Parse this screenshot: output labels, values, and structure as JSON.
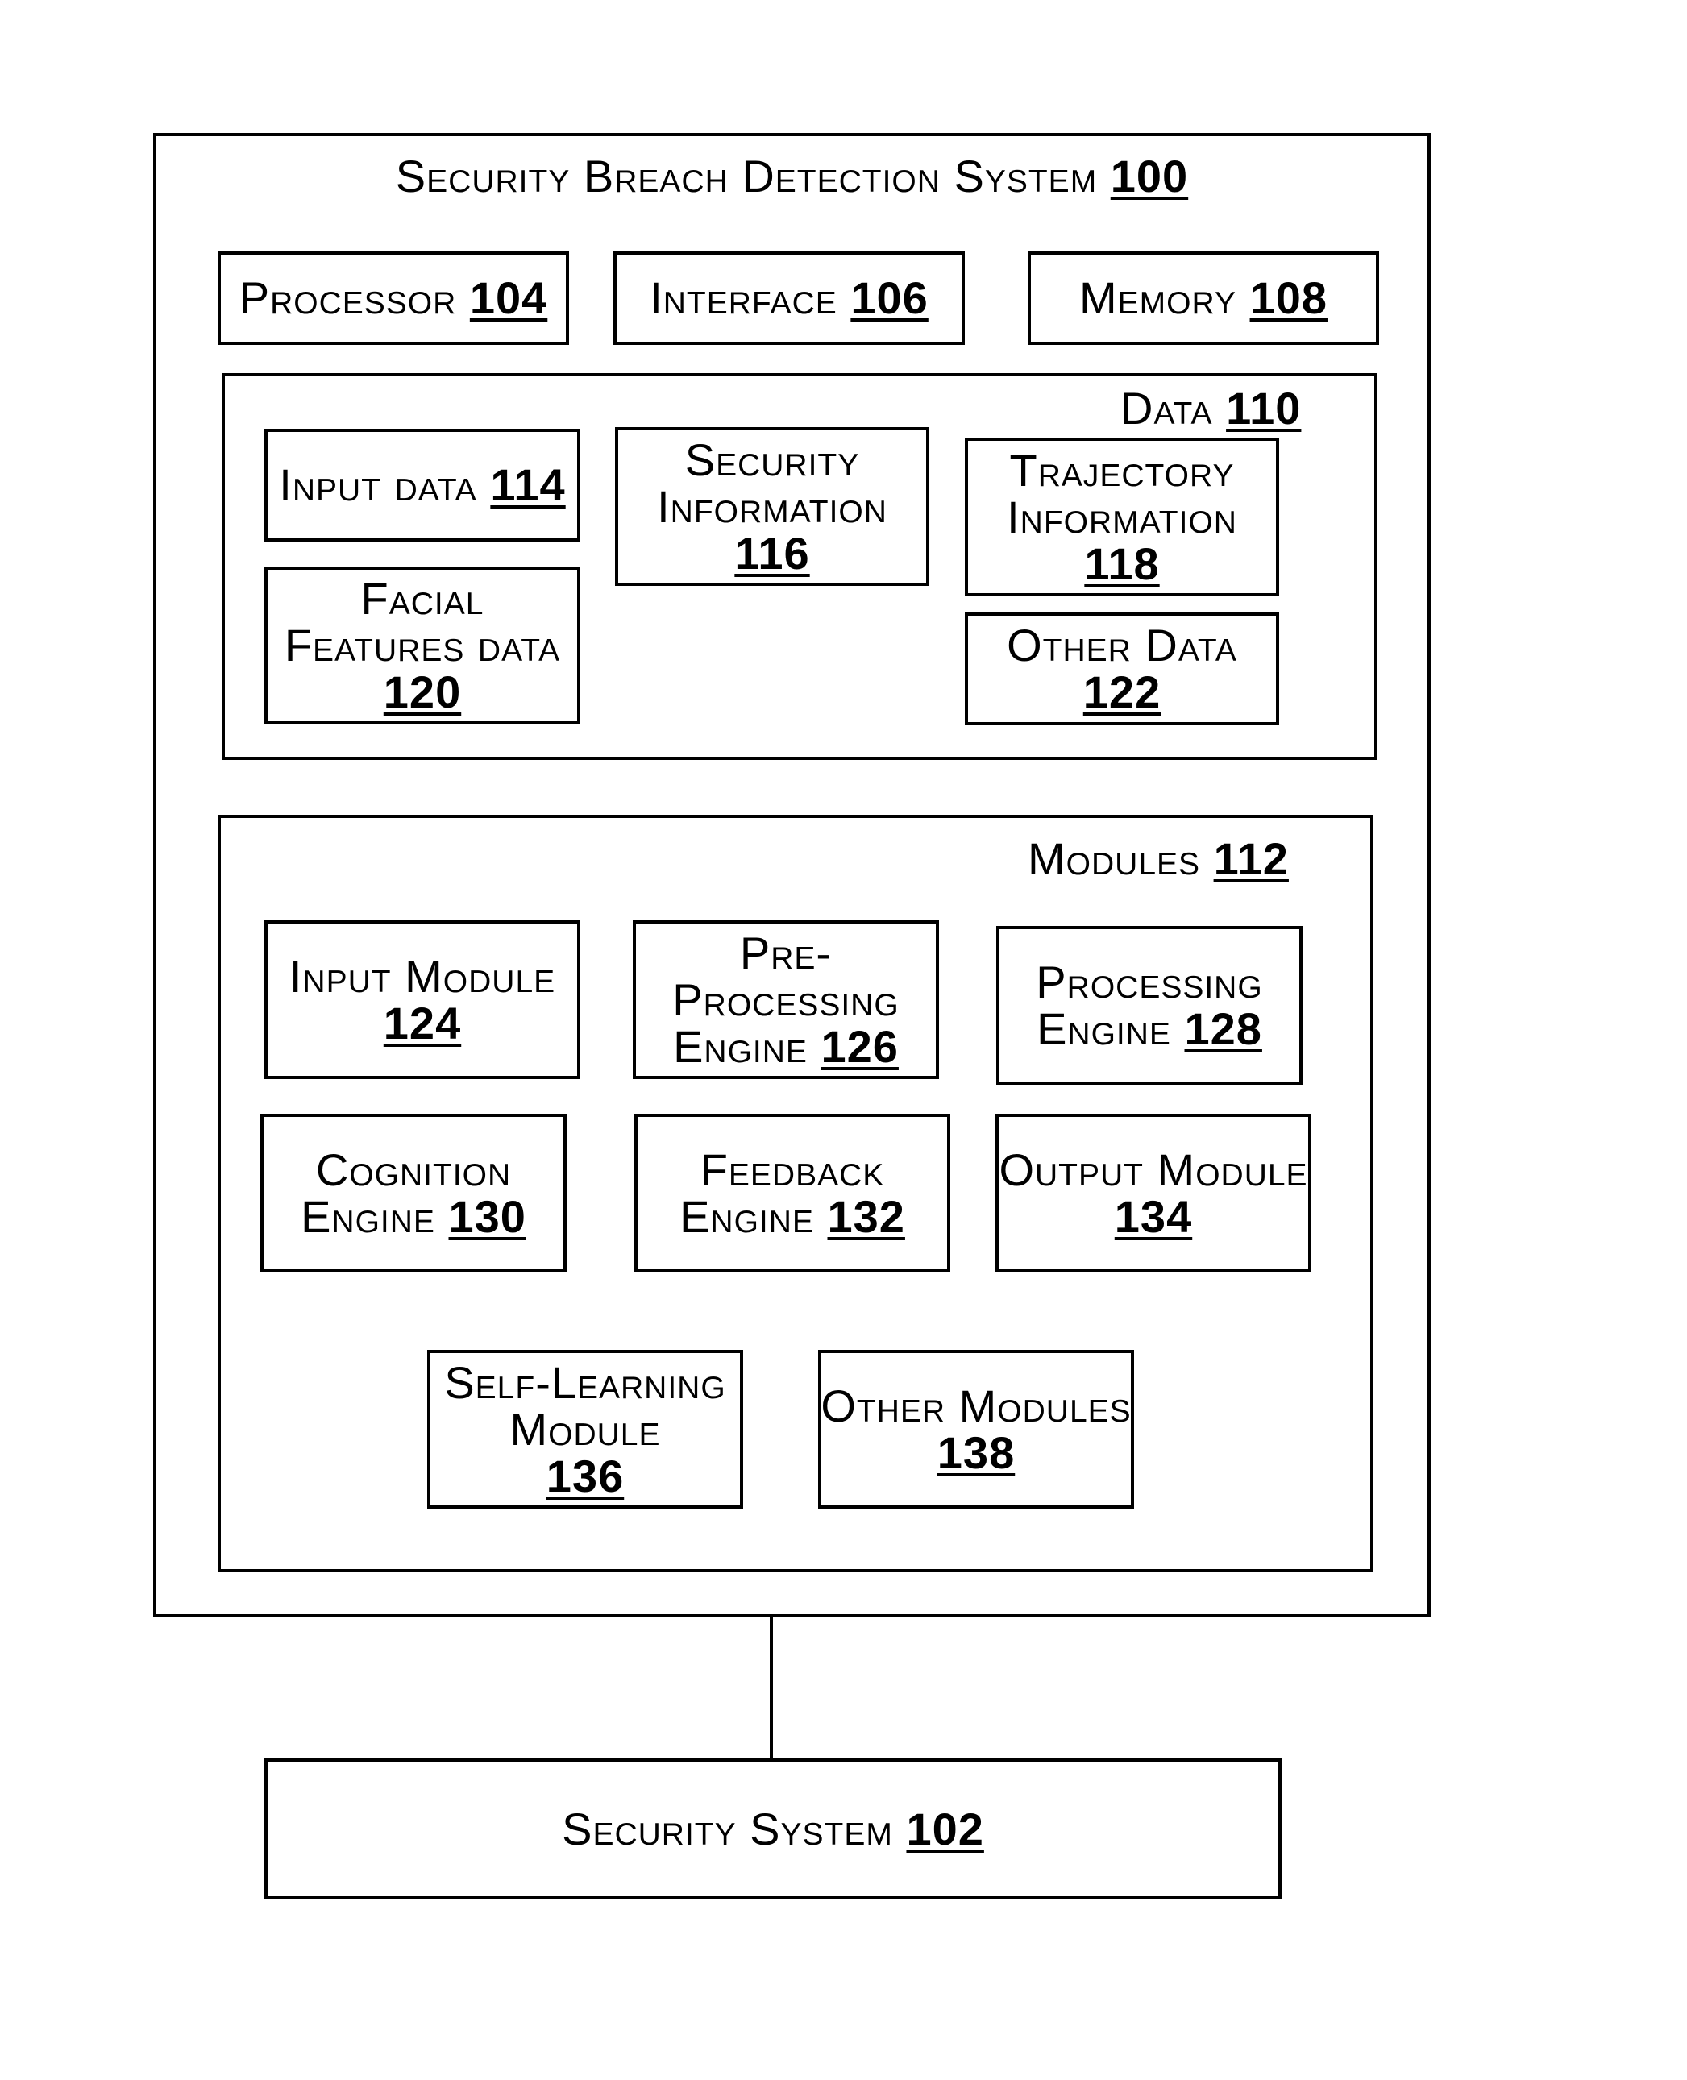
{
  "system": {
    "title": "Security Breach Detection  System",
    "ref": "100",
    "components": [
      {
        "label": "Processor",
        "ref": "104"
      },
      {
        "label": "Interface",
        "ref": "106"
      },
      {
        "label": "Memory",
        "ref": "108"
      }
    ],
    "data": {
      "title": "Data",
      "ref": "110",
      "items": [
        {
          "lines": [
            "Input data"
          ],
          "ref": "114"
        },
        {
          "lines": [
            "Security",
            "Information"
          ],
          "ref": "116"
        },
        {
          "lines": [
            "Trajectory",
            "Information"
          ],
          "ref": "118"
        },
        {
          "lines": [
            "Facial",
            "Features data"
          ],
          "ref": "120"
        },
        {
          "lines": [
            "Other Data"
          ],
          "ref": "122"
        }
      ]
    },
    "modules": {
      "title": "Modules",
      "ref": "112",
      "items": [
        {
          "lines": [
            "Input Module"
          ],
          "ref": "124"
        },
        {
          "lines": [
            "Pre-",
            "Processing",
            "Engine"
          ],
          "ref": "126"
        },
        {
          "lines": [
            "Processing",
            "Engine"
          ],
          "ref": "128"
        },
        {
          "lines": [
            "Cognition",
            "Engine"
          ],
          "ref": "130"
        },
        {
          "lines": [
            "Feedback",
            "Engine"
          ],
          "ref": "132"
        },
        {
          "lines": [
            "Output Module"
          ],
          "ref": "134"
        },
        {
          "lines": [
            "Self-Learning",
            "Module"
          ],
          "ref": "136"
        },
        {
          "lines": [
            "Other Modules"
          ],
          "ref": "138"
        }
      ]
    }
  },
  "security_system": {
    "label": "Security System",
    "ref": "102"
  }
}
